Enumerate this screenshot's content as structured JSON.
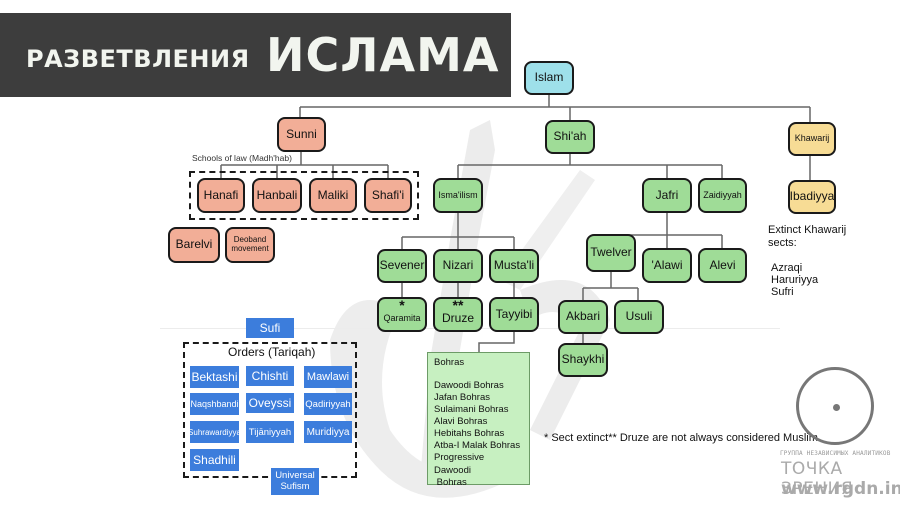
{
  "header": {
    "title_small": "РАЗВЕТВЛЕНИЯ",
    "title_big": "ИСЛАМА"
  },
  "colors": {
    "root": "#9ee0ea",
    "sunni": "#f2ae97",
    "shia": "#9fdc97",
    "khawarij": "#f7dc95",
    "sufi": "#3c7ddc"
  },
  "tree": {
    "root": "Islam",
    "sunni": {
      "label": "Sunni",
      "schools_label": "Schools of law (Madh'hab)",
      "schools": [
        "Hanafi",
        "Hanbali",
        "Maliki",
        "Shafi'i"
      ],
      "movements": [
        "Barelvi",
        "Deoband movement"
      ]
    },
    "shia": {
      "label": "Shi'ah",
      "ismailism": "Isma'ilism",
      "jafri": "Jafri",
      "zaidiyyah": "Zaidiyyah",
      "sevener": "Sevener",
      "nizari": "Nizari",
      "mustali": "Musta'li",
      "qaramita": "Qaramita",
      "qaramita_mark": "*",
      "druze": "Druze",
      "druze_mark": "**",
      "tayyibi": "Tayyibi",
      "twelver": "Twelver",
      "alawi": "'Alawi",
      "alevi": "Alevi",
      "akbari": "Akbari",
      "usuli": "Usuli",
      "shaykhi": "Shaykhi",
      "bohras": {
        "title": "Bohras",
        "items": [
          "Dawoodi Bohras",
          "Jafan Bohras",
          "Sulaimani Bohras",
          "Alavi Bohras",
          "Hebitahs Bohras",
          "Atba-I Malak Bohras",
          "Progressive Dawoodi",
          " Bohras"
        ]
      }
    },
    "khawarij": {
      "label": "Khawarij",
      "ibadiyya": "Ibadiyya",
      "extinct_title": "Extinct Khawarij sects:",
      "extinct": [
        "Azraqi",
        "Haruriyya",
        "Sufri"
      ]
    },
    "sufi": {
      "label": "Sufi",
      "orders_title": "Orders (Tariqah)",
      "orders": [
        "Bektashi",
        "Chishti",
        "Mawlawi",
        "Naqshbandi",
        "Oveyssi",
        "Qadiriyyah",
        "Suhrawardiyya",
        "Tijāniyyah",
        "Muridiyya",
        "Shadhili"
      ],
      "universal": "Universal Sufism"
    }
  },
  "footnote": "* Sect extinct** Druze are not always considered Muslim",
  "logo": {
    "subtitle": "ГРУППА НЕЗАВИСИМЫХ АНАЛИТИКОВ",
    "name": "ТОЧКА ЗРЕНИЯ",
    "url": "www.rgdn.info"
  }
}
